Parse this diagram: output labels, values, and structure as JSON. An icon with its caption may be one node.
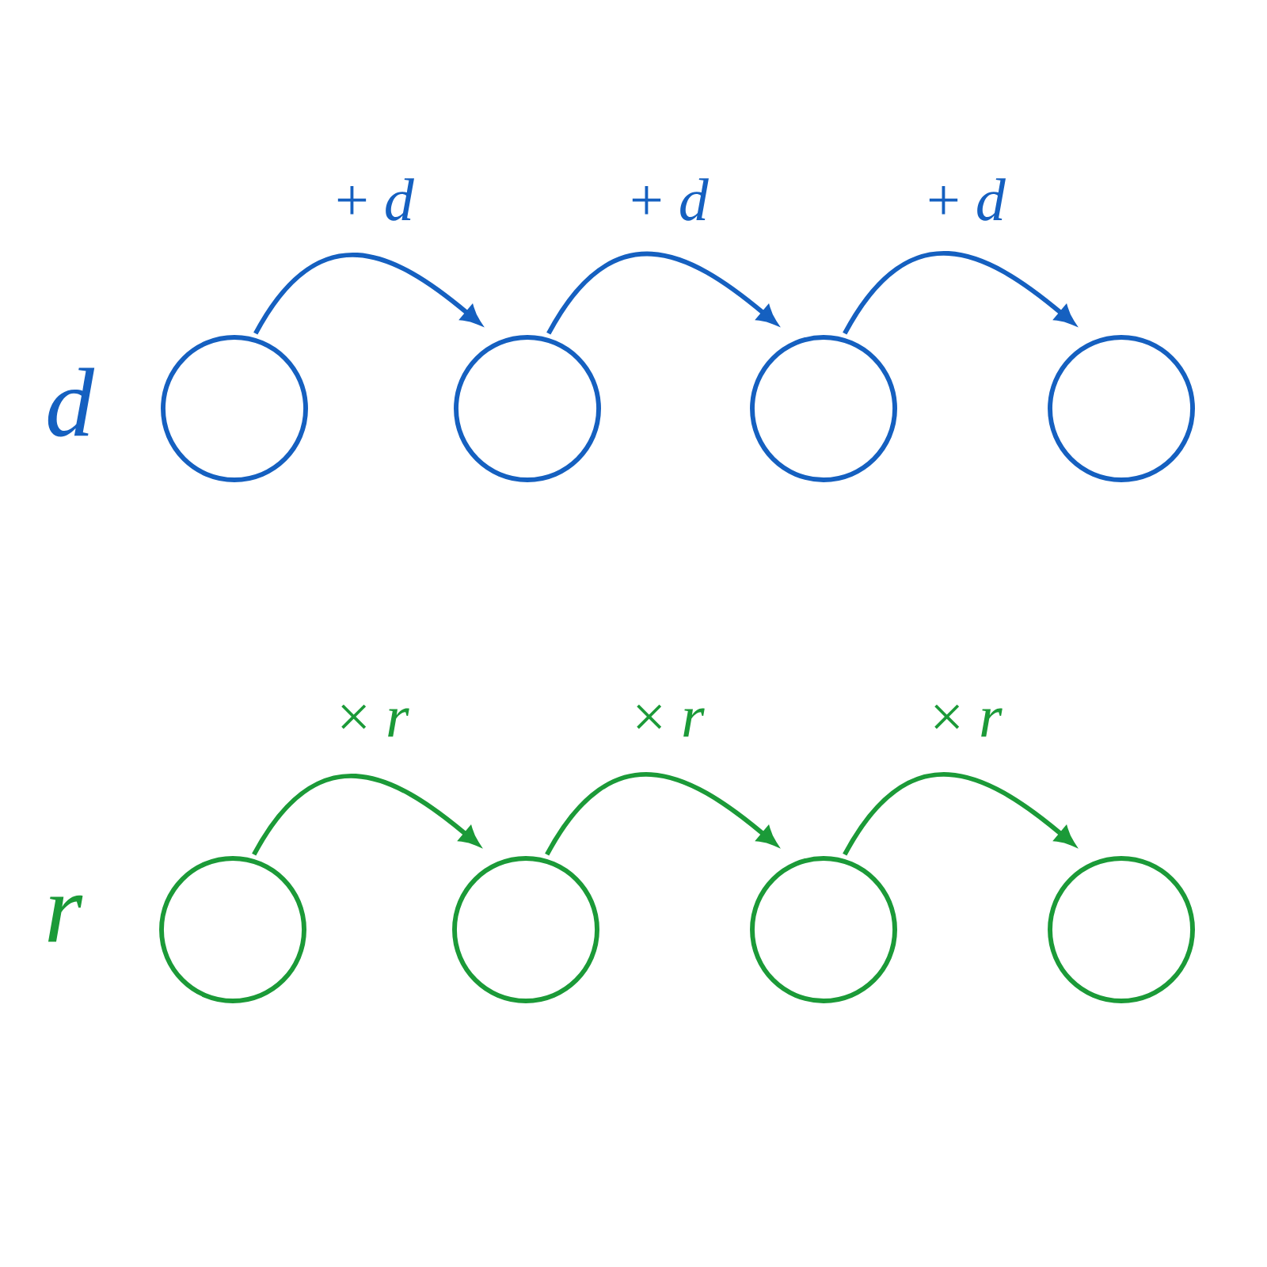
{
  "diagram": {
    "nodes": [
      {
        "text": [],
        "shape": "circle"
      },
      {
        "text": [],
        "shape": "circle"
      },
      {
        "text": [],
        "shape": "circle"
      },
      {
        "text": [],
        "shape": "circle"
      },
      {
        "text": [],
        "shape": "circle"
      },
      {
        "text": [],
        "shape": "circle"
      },
      {
        "text": [],
        "shape": "circle"
      },
      {
        "text": [],
        "shape": "circle"
      }
    ],
    "edges": [
      {
        "from": 0,
        "to": 1,
        "arrow": "to",
        "label": "+ *d*",
        "color": "#1560c0"
      },
      {
        "from": 1,
        "to": 2,
        "arrow": "to",
        "label": "+ *d*",
        "color": "#1560c0"
      },
      {
        "from": 2,
        "to": 3,
        "arrow": "to",
        "label": "+ *d*",
        "color": "#1560c0"
      },
      {
        "from": 4,
        "to": 5,
        "arrow": "to",
        "label": "× *r*",
        "color": "#1b9a38"
      },
      {
        "from": 5,
        "to": 6,
        "arrow": "to",
        "label": "× *r*",
        "color": "#1b9a38"
      },
      {
        "from": 6,
        "to": 7,
        "arrow": "to",
        "label": "× *r*",
        "color": "#1b9a38"
      }
    ],
    "labels": [
      "d",
      "r"
    ]
  }
}
